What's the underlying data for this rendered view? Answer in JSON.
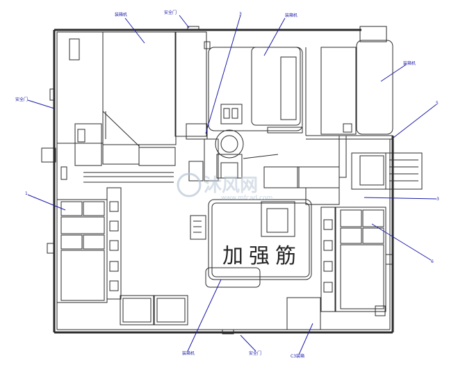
{
  "callouts": {
    "top_left_label": "装箱机",
    "top_door_label": "安全门",
    "top_center_label": "3",
    "top_right_label": "装箱机",
    "far_right_label": "装箱机",
    "left_door_label": "安全门",
    "right_num_5": "5",
    "left_num_1": "1",
    "right_num_3": "3",
    "right_num_6": "6",
    "bottom_left_label": "装箱机",
    "bottom_door_label": "安全门",
    "bottom_right_label": "C3装箱"
  },
  "center_text": [
    "加",
    "强",
    "筋"
  ],
  "watermark": {
    "brand": "沐风网",
    "url": "www.mfcad.com"
  },
  "colors": {
    "line": "#2a2a2a",
    "callout": "#1a1aa8",
    "watermark": "#b7c6d6"
  }
}
